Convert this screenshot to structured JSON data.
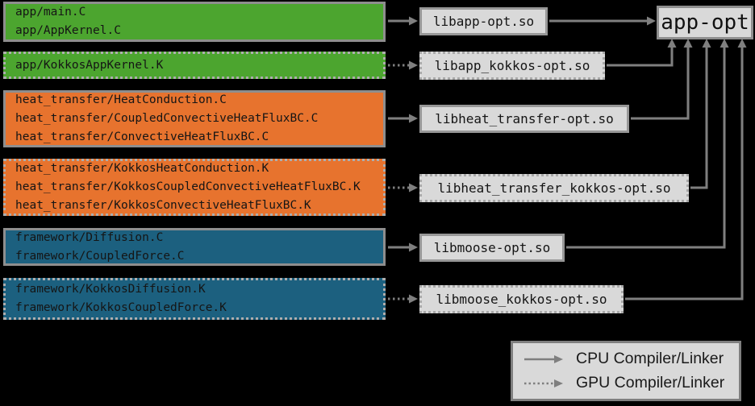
{
  "groups": [
    {
      "name": "app-cpu",
      "color": "#4ca52f",
      "border": "solid",
      "files": [
        "app/main.C",
        "app/AppKernel.C"
      ]
    },
    {
      "name": "app-gpu",
      "color": "#4ca52f",
      "border": "dotted",
      "files": [
        "app/KokkosAppKernel.K"
      ]
    },
    {
      "name": "heat-transfer-cpu",
      "color": "#e7732e",
      "border": "solid",
      "files": [
        "heat_transfer/HeatConduction.C",
        "heat_transfer/CoupledConvectiveHeatFluxBC.C",
        "heat_transfer/ConvectiveHeatFluxBC.C"
      ]
    },
    {
      "name": "heat-transfer-gpu",
      "color": "#e7732e",
      "border": "dotted",
      "files": [
        "heat_transfer/KokkosHeatConduction.K",
        "heat_transfer/KokkosCoupledConvectiveHeatFluxBC.K",
        "heat_transfer/KokkosConvectiveHeatFluxBC.K"
      ]
    },
    {
      "name": "framework-cpu",
      "color": "#1c607f",
      "border": "solid",
      "files": [
        "framework/Diffusion.C",
        "framework/CoupledForce.C"
      ]
    },
    {
      "name": "framework-gpu",
      "color": "#1c607f",
      "border": "dotted",
      "files": [
        "framework/KokkosDiffusion.K",
        "framework/KokkosCoupledForce.K"
      ]
    }
  ],
  "libraries": [
    {
      "label": "libapp-opt.so",
      "border": "solid"
    },
    {
      "label": "libapp_kokkos-opt.so",
      "border": "dotted"
    },
    {
      "label": "libheat_transfer-opt.so",
      "border": "solid"
    },
    {
      "label": "libheat_transfer_kokkos-opt.so",
      "border": "dotted"
    },
    {
      "label": "libmoose-opt.so",
      "border": "solid"
    },
    {
      "label": "libmoose_kokkos-opt.so",
      "border": "dotted"
    }
  ],
  "executable": {
    "label": "app-opt"
  },
  "legend": {
    "items": [
      {
        "icon": "solid-arrow-icon",
        "label": "CPU Compiler/Linker"
      },
      {
        "icon": "dotted-arrow-icon",
        "label": "GPU Compiler/Linker"
      }
    ]
  },
  "colors": {
    "background": "#000000",
    "green": "#4ca52f",
    "orange": "#e7732e",
    "blue": "#1c607f",
    "box_fill": "#d9d9d9",
    "line_gray": "#7f7f7f",
    "text": "#151515"
  }
}
